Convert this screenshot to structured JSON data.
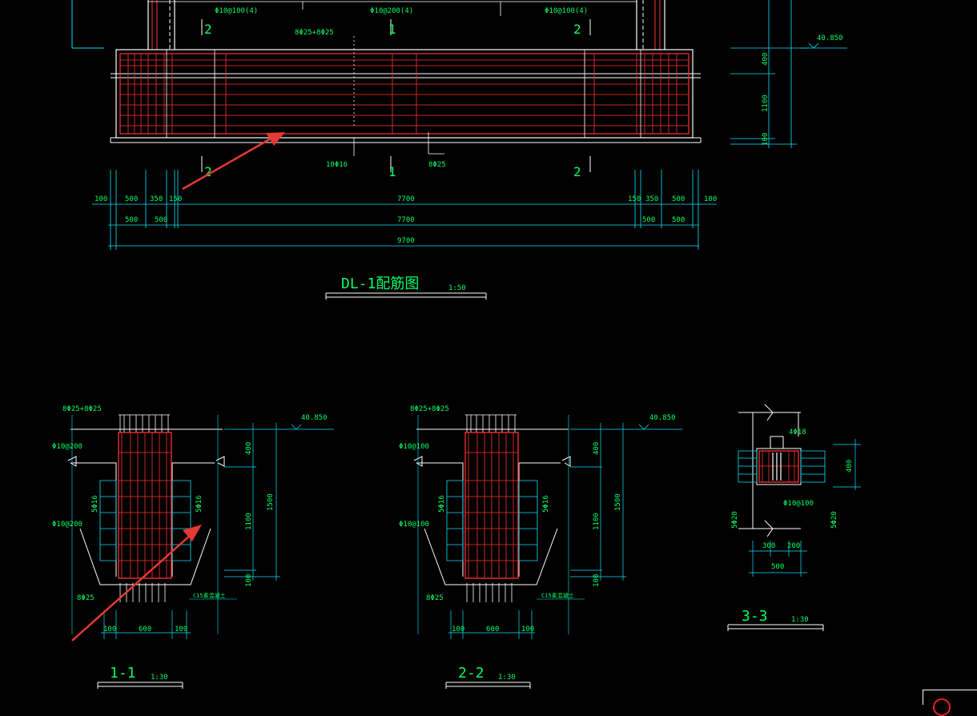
{
  "colors": {
    "background": "#000000",
    "dimension": "#00e5ff",
    "text": "#00ff66",
    "rebar": "#ff3030",
    "outline": "#ffffff",
    "arrow": "#e53935"
  },
  "elevation": {
    "stirrups": [
      "Φ10@100(4)",
      "Φ10@200(4)",
      "Φ10@100(4)"
    ],
    "top_bars": "8Φ25+8Φ25",
    "side_bars": "10Φ16",
    "bottom_bars": "8Φ25",
    "cut_marks": [
      "2",
      "1",
      "2",
      "2",
      "1",
      "2"
    ],
    "dims_row1": [
      "100",
      "500",
      "350",
      "150",
      "7700",
      "150",
      "350",
      "500",
      "100"
    ],
    "dims_row2": [
      "500",
      "500",
      "7700",
      "500",
      "500"
    ],
    "dims_total": "9700",
    "right_dims": [
      "400",
      "1100",
      "100"
    ],
    "level": "40.850",
    "title": "DL-1配筋图",
    "scale": "1:50"
  },
  "section_1": {
    "top_bars": "8Φ25+8Φ25",
    "stirrup_top": "Φ10@200",
    "stirrup_bot": "Φ10@200",
    "side_left": "5Φ16",
    "side_right": "5Φ16",
    "bottom_bars": "8Φ25",
    "blinding": "C15素混凝土",
    "level": "40.850",
    "vdims": [
      "400",
      "1100",
      "100"
    ],
    "vtotal": "1500",
    "hdims": [
      "100",
      "600",
      "100"
    ],
    "title": "1-1",
    "scale": "1:30"
  },
  "section_2": {
    "top_bars": "8Φ25+8Φ25",
    "stirrup_top": "Φ10@100",
    "stirrup_bot": "Φ10@100",
    "side_left": "5Φ16",
    "side_right": "5Φ16",
    "bottom_bars": "8Φ25",
    "blinding": "C15素混凝土",
    "level": "40.850",
    "vdims": [
      "400",
      "1100",
      "100"
    ],
    "vtotal": "1500",
    "hdims": [
      "100",
      "600",
      "100"
    ],
    "title": "2-2",
    "scale": "1:30"
  },
  "section_3": {
    "top_bars": "4Φ18",
    "stirrup": "Φ10@100",
    "side_left": "5Φ20",
    "side_right": "5Φ20",
    "height": "400",
    "hdims": [
      "300",
      "200"
    ],
    "htotal": "500",
    "title": "3-3",
    "scale": "1:30"
  }
}
